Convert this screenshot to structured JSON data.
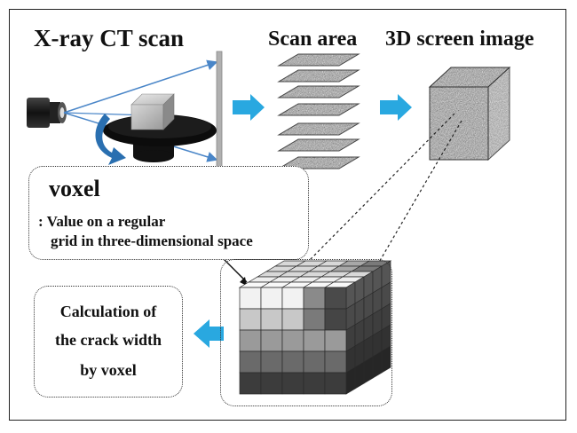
{
  "labels": {
    "xray_title": "X-ray CT scan",
    "scan_area_title": "Scan area",
    "screen_image_title": "3D screen image"
  },
  "voxel": {
    "heading": "voxel",
    "line1": ": Value on a regular",
    "line2": "grid in three-dimensional space"
  },
  "calculation": {
    "line1": "Calculation of",
    "line2": "the crack width",
    "line3": "by voxel"
  },
  "colors": {
    "flow_arrow": "#29a8e0",
    "ray_line": "#4a86c8",
    "rotation_arrow": "#2a6fb0"
  }
}
